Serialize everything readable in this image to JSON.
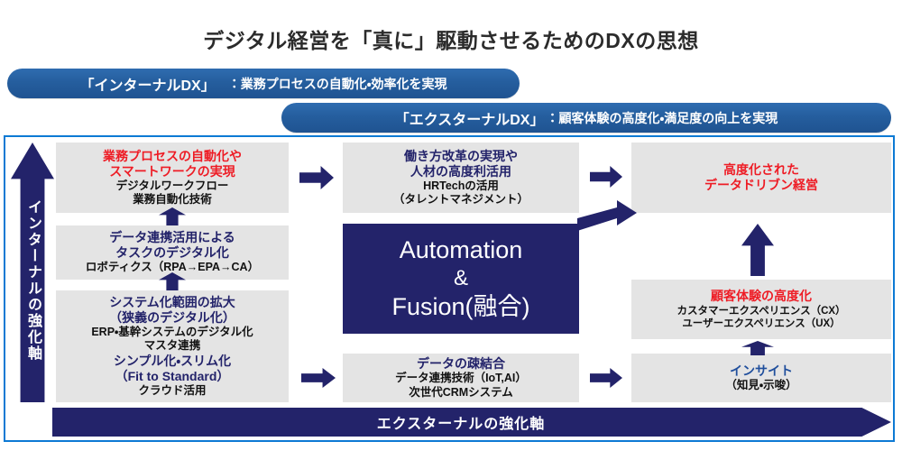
{
  "title": "デジタル経営を「真に」駆動させるためのDXの思想",
  "banners": {
    "internal": {
      "strong": "「インターナルDX」",
      "rest": "：業務プロセスの自動化・効率化を実現"
    },
    "external": {
      "strong": "「エクスターナルDX」",
      "rest": "：顧客体験の高度化・満足度の向上を実現"
    }
  },
  "axes": {
    "vertical_label": "インターナルの強化軸",
    "horizontal_label": "エクスターナルの強化軸"
  },
  "fusion": {
    "line1": "Automation",
    "line2": "&",
    "line3": "Fusion(融合)"
  },
  "boxes": {
    "a": {
      "l1": "業務プロセスの自動化や",
      "l2": "スマートワークの実現",
      "l3": "デジタルワークフロー",
      "l4": "業務自動化技術"
    },
    "b": {
      "l1": "データ連携活用による",
      "l2": "タスクのデジタル化",
      "l3": "ロボティクス（RPA→EPA→CA）"
    },
    "c": {
      "l1": "システム化範囲の拡大",
      "l2": "（狭義のデジタル化）",
      "l3": "ERP・基幹システムのデジタル化",
      "l4": "マスタ連携",
      "l5": "シンプル化・スリム化",
      "l6": "（Fit to Standard）",
      "l7": "クラウド活用"
    },
    "d": {
      "l1": "働き方改革の実現や",
      "l2": "人材の高度利活用",
      "l3": "HRTechの活用",
      "l4": "（タレントマネジメント）"
    },
    "e": {
      "l1": "データの疎結合",
      "l2": "データ連携技術（IoT,AI）",
      "l3": "次世代CRMシステム"
    },
    "f": {
      "l1": "高度化された",
      "l2": "データドリブン経営"
    },
    "g": {
      "l1": "顧客体験の高度化",
      "l2": "カスタマーエクスペリエンス（CX）",
      "l3": "ユーザーエクスペリエンス（UX）"
    },
    "h": {
      "l1": "インサイト",
      "l2": "（知見・示唆）"
    }
  },
  "colors": {
    "navy": "#23236a",
    "red": "#ee1c25",
    "banner_blue": "#255e9e",
    "frame_blue": "#0d7ad4",
    "box_gray": "#e4e4e4"
  }
}
